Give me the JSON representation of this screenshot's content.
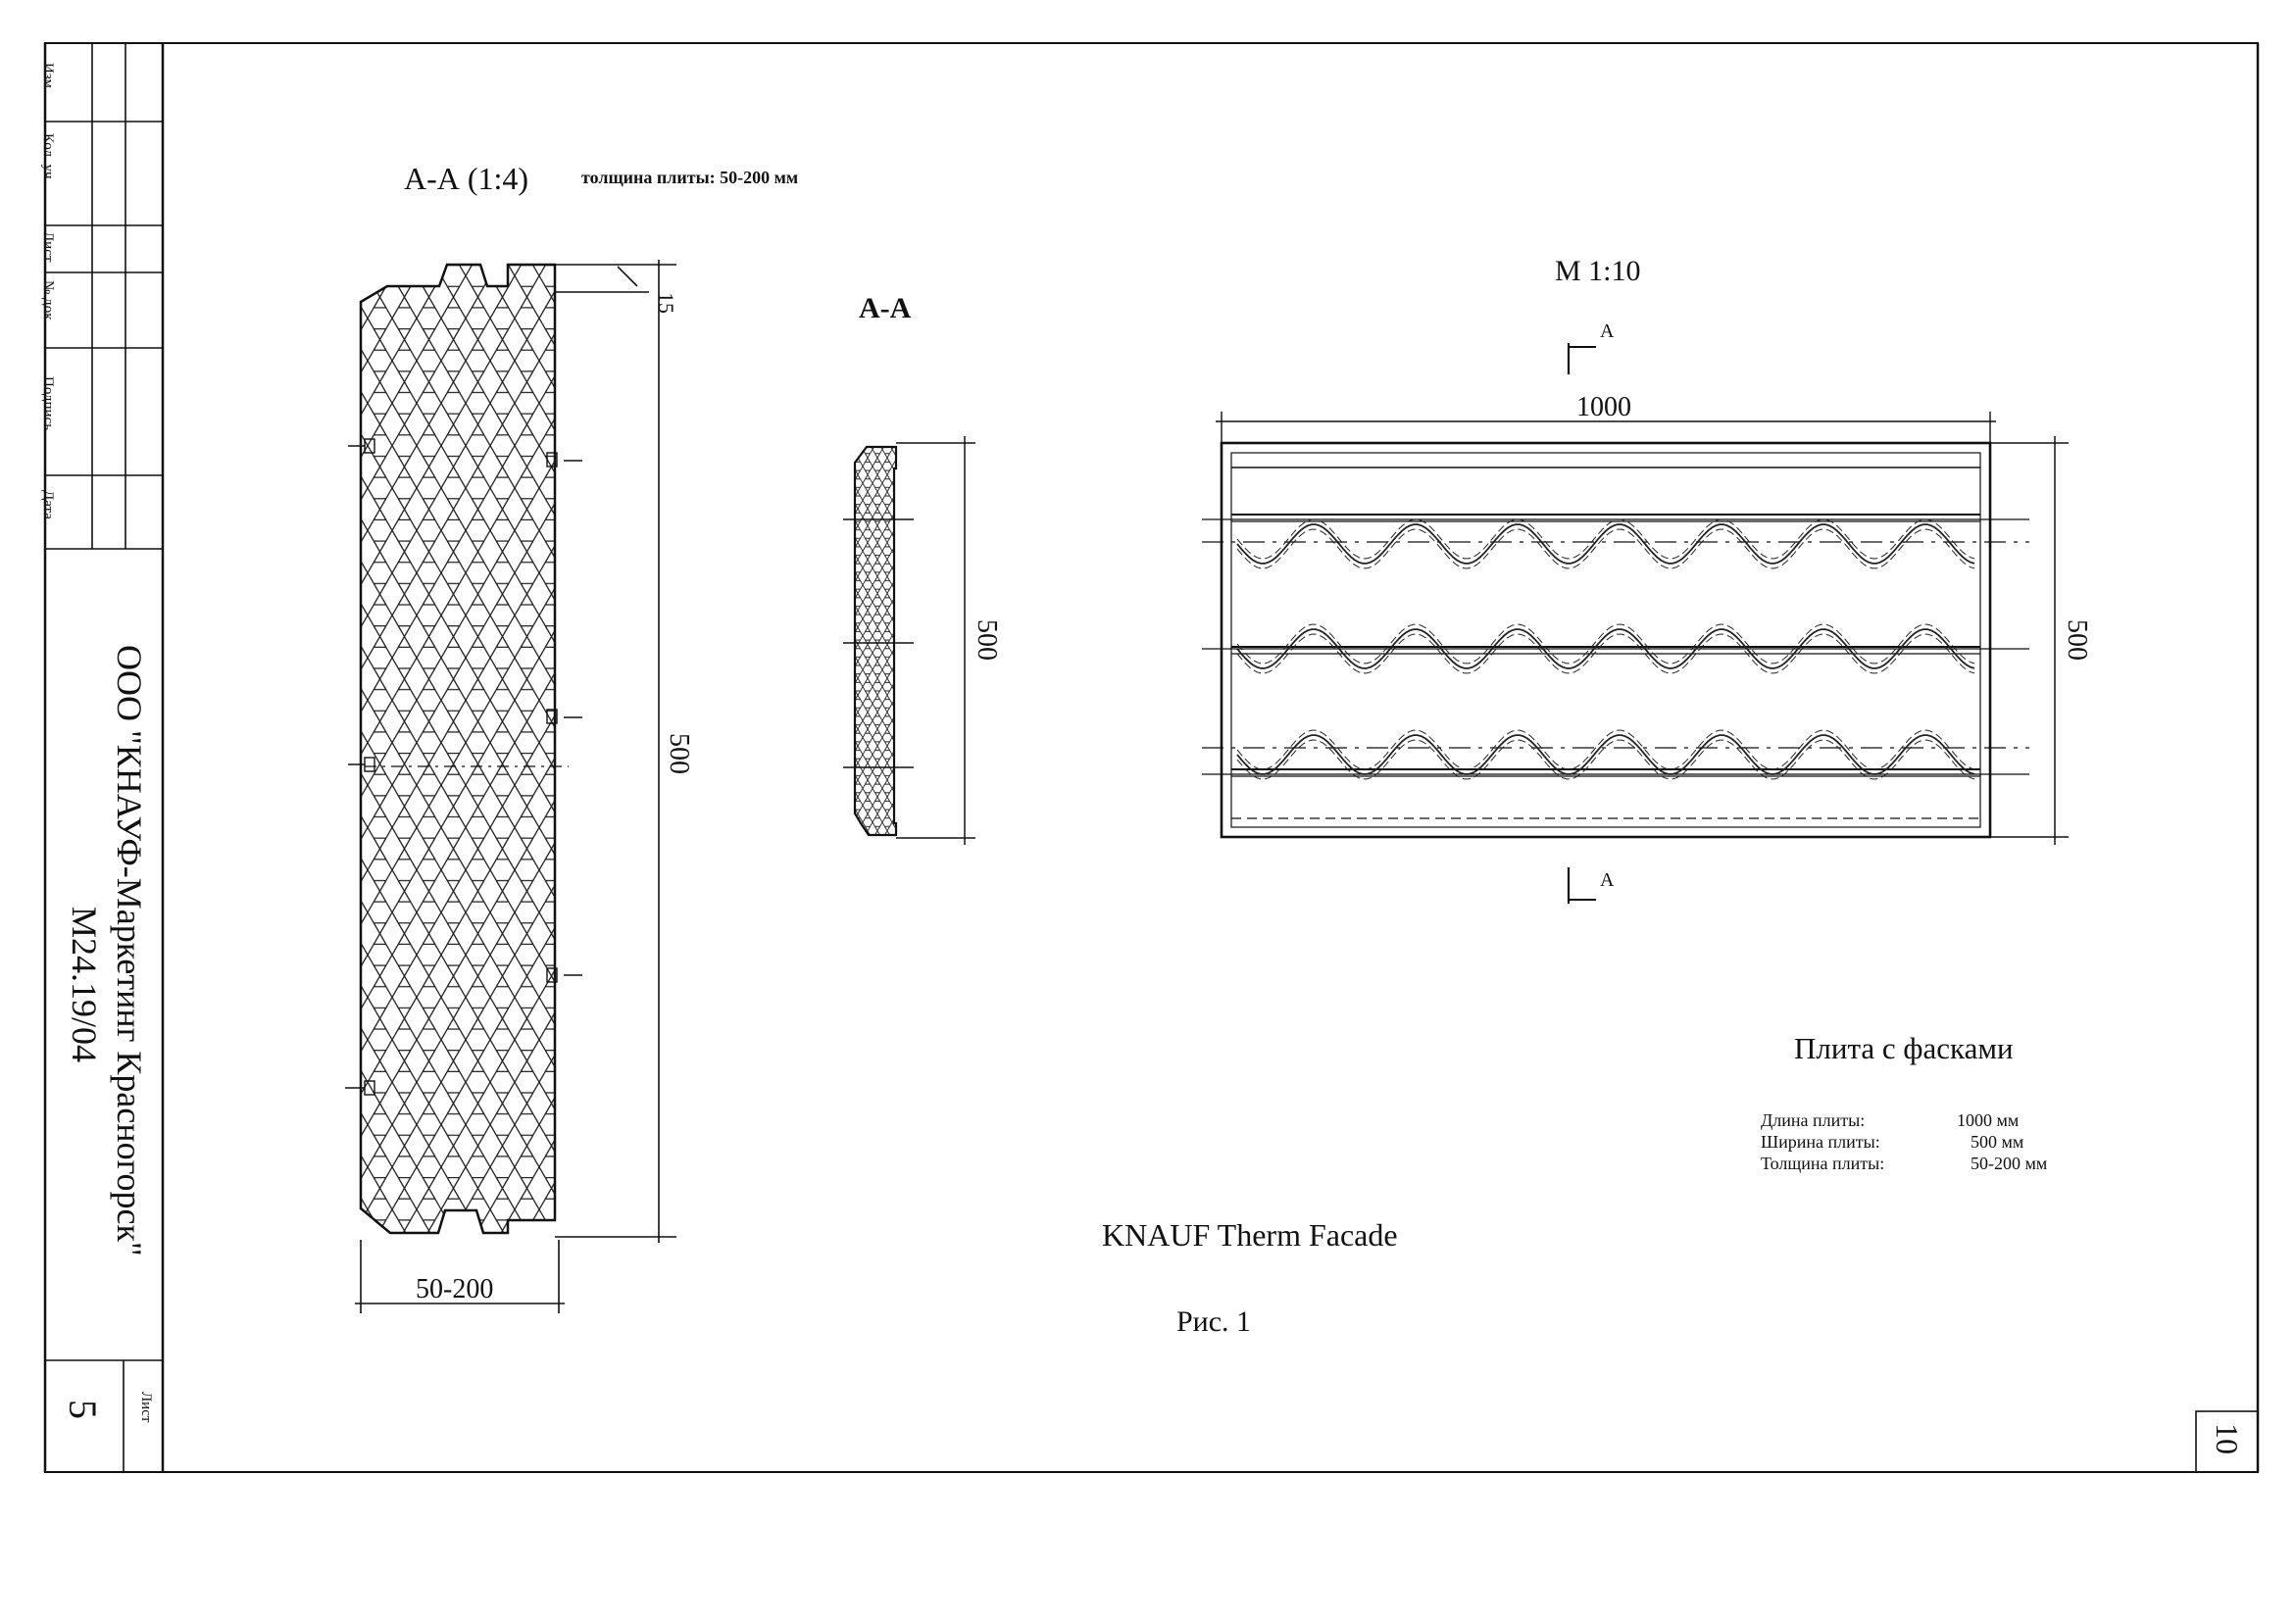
{
  "stamp": {
    "columns": [
      "Изм.",
      "Кол. уч.",
      "Лист",
      "№ док.",
      "Подпись",
      "Дата"
    ],
    "company": "ООО \"КНАУФ-Маркетинг Красногорск\"",
    "doc_code": "М24.19/04",
    "sheet_label": "Лист",
    "sheet_number": "5"
  },
  "page_number": "10",
  "section_large": {
    "title": "А-А (1:4)",
    "thickness_note": "толщина плиты: 50-200 мм",
    "dim_height": "500",
    "dim_width": "50-200",
    "dim_edge": "15"
  },
  "section_small": {
    "title": "А-А",
    "dim_height": "500"
  },
  "plan": {
    "scale": "М 1:10",
    "dim_width": "1000",
    "dim_height": "500",
    "cut_mark": "А"
  },
  "caption": {
    "title": "Плита с фасками",
    "specs": [
      {
        "label": "Длина плиты:",
        "value": "1000 мм"
      },
      {
        "label": "Ширина плиты:",
        "value": "500 мм"
      },
      {
        "label": "Толщина плиты:",
        "value": "50-200 мм"
      }
    ]
  },
  "product_name": "KNAUF Therm Facade",
  "figure_label": "Рис. 1"
}
